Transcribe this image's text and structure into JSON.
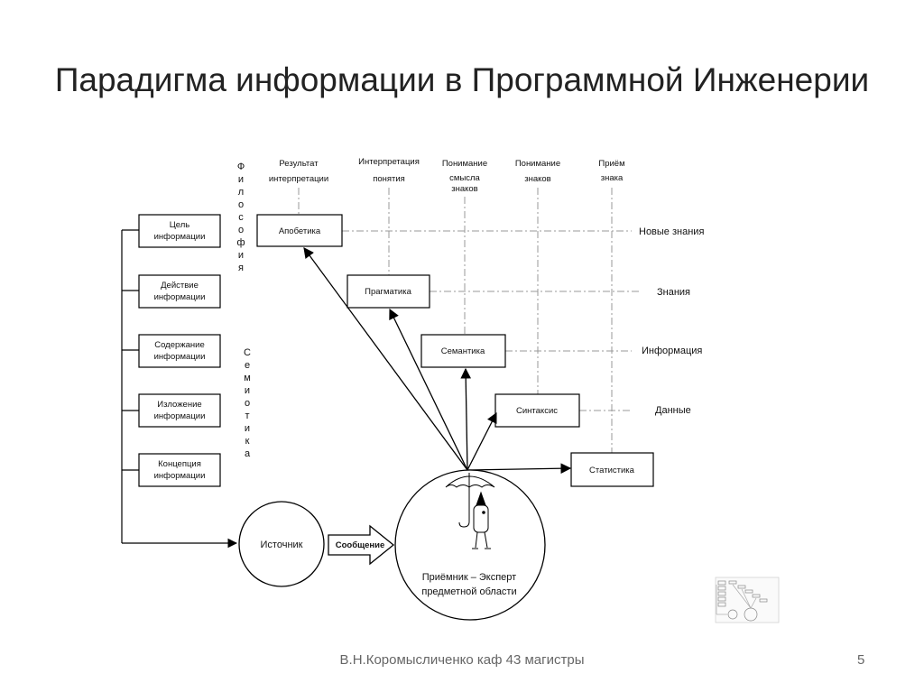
{
  "slide": {
    "title": "Парадигма информации в Программной Инженерии",
    "footer": "В.Н.Коромысличенко каф 43 магистры",
    "page_number": "5"
  },
  "diagram": {
    "left_boxes": [
      {
        "line1": "Цель",
        "line2": "информации"
      },
      {
        "line1": "Действие",
        "line2": "информации"
      },
      {
        "line1": "Содержание",
        "line2": "информации"
      },
      {
        "line1": "Изложение",
        "line2": "информации"
      },
      {
        "line1": "Концепция",
        "line2": "информации"
      }
    ],
    "column_headers": [
      {
        "line1": "Результат",
        "line2": "интерпретации",
        "line3": ""
      },
      {
        "line1": "Интерпретация",
        "line2": "понятия",
        "line3": ""
      },
      {
        "line1": "Понимание",
        "line2": "смысла",
        "line3": "знаков"
      },
      {
        "line1": "Понимание",
        "line2": "знаков",
        "line3": ""
      },
      {
        "line1": "Приём",
        "line2": "знака",
        "line3": ""
      }
    ],
    "stairs": [
      "Апобетика",
      "Прагматика",
      "Семантика",
      "Синтаксис",
      "Статистика"
    ],
    "levels": [
      "Новые знания",
      "Знания",
      "Информация",
      "Данные"
    ],
    "vertical_labels": {
      "philosophy": [
        "Ф",
        "и",
        "л",
        "о",
        "с",
        "о",
        "ф",
        "и",
        "я"
      ],
      "semiotics": [
        "С",
        "е",
        "м",
        "и",
        "о",
        "т",
        "и",
        "к",
        "а"
      ]
    },
    "source": "Источник",
    "message": "Сообщение",
    "receiver": {
      "line1": "Приёмник – Эксперт",
      "line2": "предметной области"
    }
  }
}
